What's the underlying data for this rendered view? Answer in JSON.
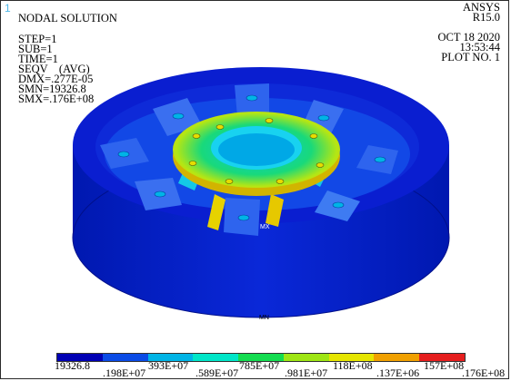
{
  "window": {
    "number": "1"
  },
  "header": {
    "title": "NODAL SOLUTION",
    "step": "STEP=1",
    "sub": "SUB=1",
    "time": "TIME=1",
    "result": "SEQV    (AVG)",
    "dmx": "DMX=.277E-05",
    "smn": "SMN=19326.8",
    "smx": "SMX=.176E+08"
  },
  "meta": {
    "product": "ANSYS",
    "version": "R15.0",
    "date": "OCT 18 2020",
    "time": "13:53:44",
    "plot": "PLOT NO. 1"
  },
  "model_labels": {
    "mn": "MN",
    "mx": "MX"
  },
  "legend": {
    "colors": [
      "#0000b4",
      "#0a4be6",
      "#00b4e6",
      "#00e6c8",
      "#14dc50",
      "#9ee614",
      "#e6e600",
      "#f0a000",
      "#e61e1e"
    ],
    "labels_top": [
      "19326.8",
      "393E+07",
      "785E+07",
      "118E+08",
      "157E+08"
    ],
    "labels_bot": [
      ".198E+07",
      ".589E+07",
      ".981E+07",
      ".137E+06",
      ".176E+08"
    ]
  }
}
